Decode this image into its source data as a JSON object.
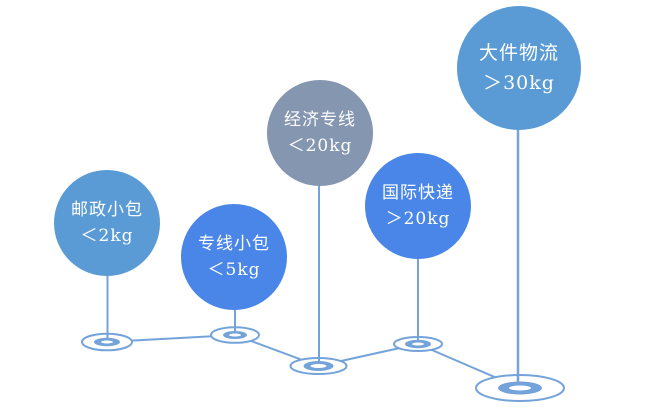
{
  "diagram": {
    "type": "balloon-infographic",
    "background_color": "#FFFFFF",
    "line_color": "#74A3D9",
    "text_color": "#FFFFFF",
    "balloons": [
      {
        "label": "邮政小包",
        "weight": "＜2kg",
        "color": "#5B9BD5"
      },
      {
        "label": "专线小包",
        "weight": "＜5kg",
        "color": "#4A86E8"
      },
      {
        "label": "经济专线",
        "weight": "＜20kg",
        "color": "#8496B0"
      },
      {
        "label": "国际快递",
        "weight": "＞20kg",
        "color": "#4A86E8"
      },
      {
        "label": "大件物流",
        "weight": "＞30kg",
        "color": "#5B9BD5"
      }
    ]
  }
}
